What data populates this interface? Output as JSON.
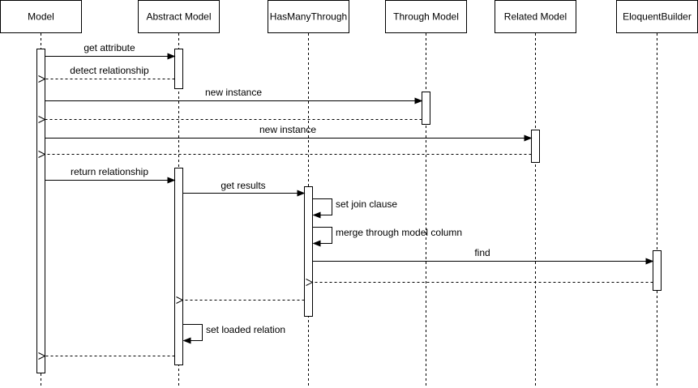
{
  "participants": [
    {
      "id": "model",
      "label": "Model"
    },
    {
      "id": "abstract",
      "label": "Abstract Model"
    },
    {
      "id": "hmt",
      "label": "HasManyThrough"
    },
    {
      "id": "through",
      "label": "Through Model"
    },
    {
      "id": "related",
      "label": "Related Model"
    },
    {
      "id": "builder",
      "label": "EloquentBuilder"
    }
  ],
  "messages": [
    {
      "from": "model",
      "to": "abstract",
      "label": "get attribute",
      "type": "call"
    },
    {
      "from": "abstract",
      "to": "model",
      "label": "detect relationship",
      "type": "return"
    },
    {
      "from": "model",
      "to": "through",
      "label": "new instance",
      "type": "call"
    },
    {
      "from": "through",
      "to": "model",
      "label": "",
      "type": "return"
    },
    {
      "from": "model",
      "to": "related",
      "label": "new instance",
      "type": "call"
    },
    {
      "from": "related",
      "to": "model",
      "label": "",
      "type": "return"
    },
    {
      "from": "model",
      "to": "abstract",
      "label": "return relationship",
      "type": "call"
    },
    {
      "from": "abstract",
      "to": "hmt",
      "label": "get results",
      "type": "call"
    },
    {
      "from": "hmt",
      "to": "hmt",
      "label": "set join clause",
      "type": "self"
    },
    {
      "from": "hmt",
      "to": "hmt",
      "label": "merge through model column",
      "type": "self"
    },
    {
      "from": "hmt",
      "to": "builder",
      "label": "find",
      "type": "call"
    },
    {
      "from": "builder",
      "to": "hmt",
      "label": "",
      "type": "return"
    },
    {
      "from": "hmt",
      "to": "abstract",
      "label": "",
      "type": "return"
    },
    {
      "from": "abstract",
      "to": "abstract",
      "label": "set loaded relation",
      "type": "self"
    },
    {
      "from": "abstract",
      "to": "model",
      "label": "",
      "type": "return"
    }
  ]
}
